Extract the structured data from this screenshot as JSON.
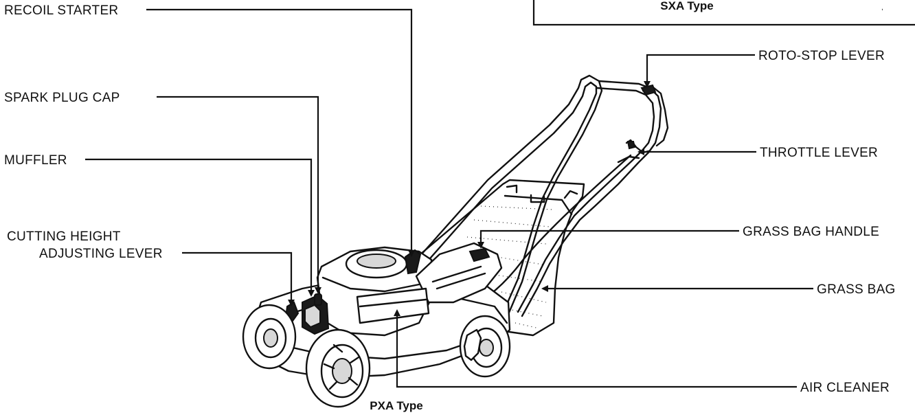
{
  "callouts": {
    "recoil_starter": "RECOIL STARTER",
    "spark_plug_cap": "SPARK PLUG CAP",
    "muffler": "MUFFLER",
    "cutting_height_line1": "CUTTING HEIGHT",
    "cutting_height_line2": "ADJUSTING LEVER",
    "roto_stop_lever": "ROTO-STOP LEVER",
    "throttle_lever": "THROTTLE LEVER",
    "grass_bag_handle": "GRASS BAG HANDLE",
    "grass_bag": "GRASS BAG",
    "air_cleaner": "AIR CLEANER"
  },
  "types": {
    "top_box": "SXA Type",
    "bottom": "PXA Type"
  }
}
